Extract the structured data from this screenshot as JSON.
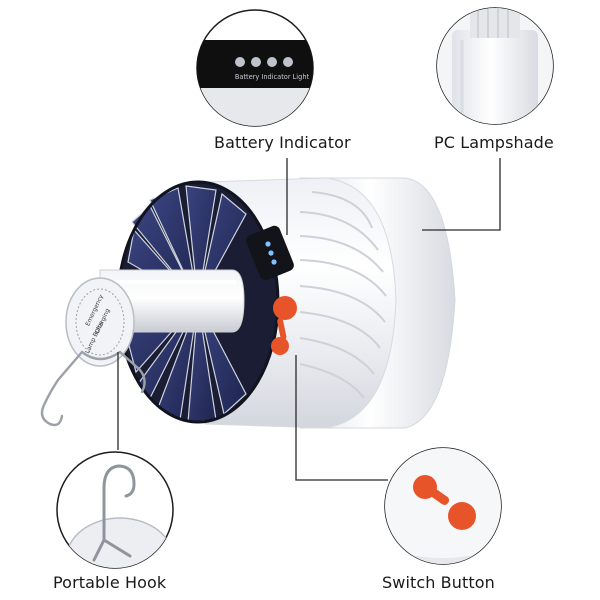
{
  "callouts": {
    "battery_indicator": "Battery Indicator",
    "pc_lampshade": "PC Lampshade",
    "portable_hook": "Portable Hook",
    "switch_button": "Switch Button"
  },
  "battery_panel_text": "Battery Indicator Light",
  "cap_text": {
    "line1": "Emergency",
    "line2": "Charging",
    "line3": "Lamp Bulbs"
  },
  "colors": {
    "accent_orange": "#e8542a",
    "solar_blue": "#2b3366",
    "leader_line": "#2a2a2a",
    "label_text": "#1a1a1a",
    "led_blue": "#7fc2ff"
  }
}
